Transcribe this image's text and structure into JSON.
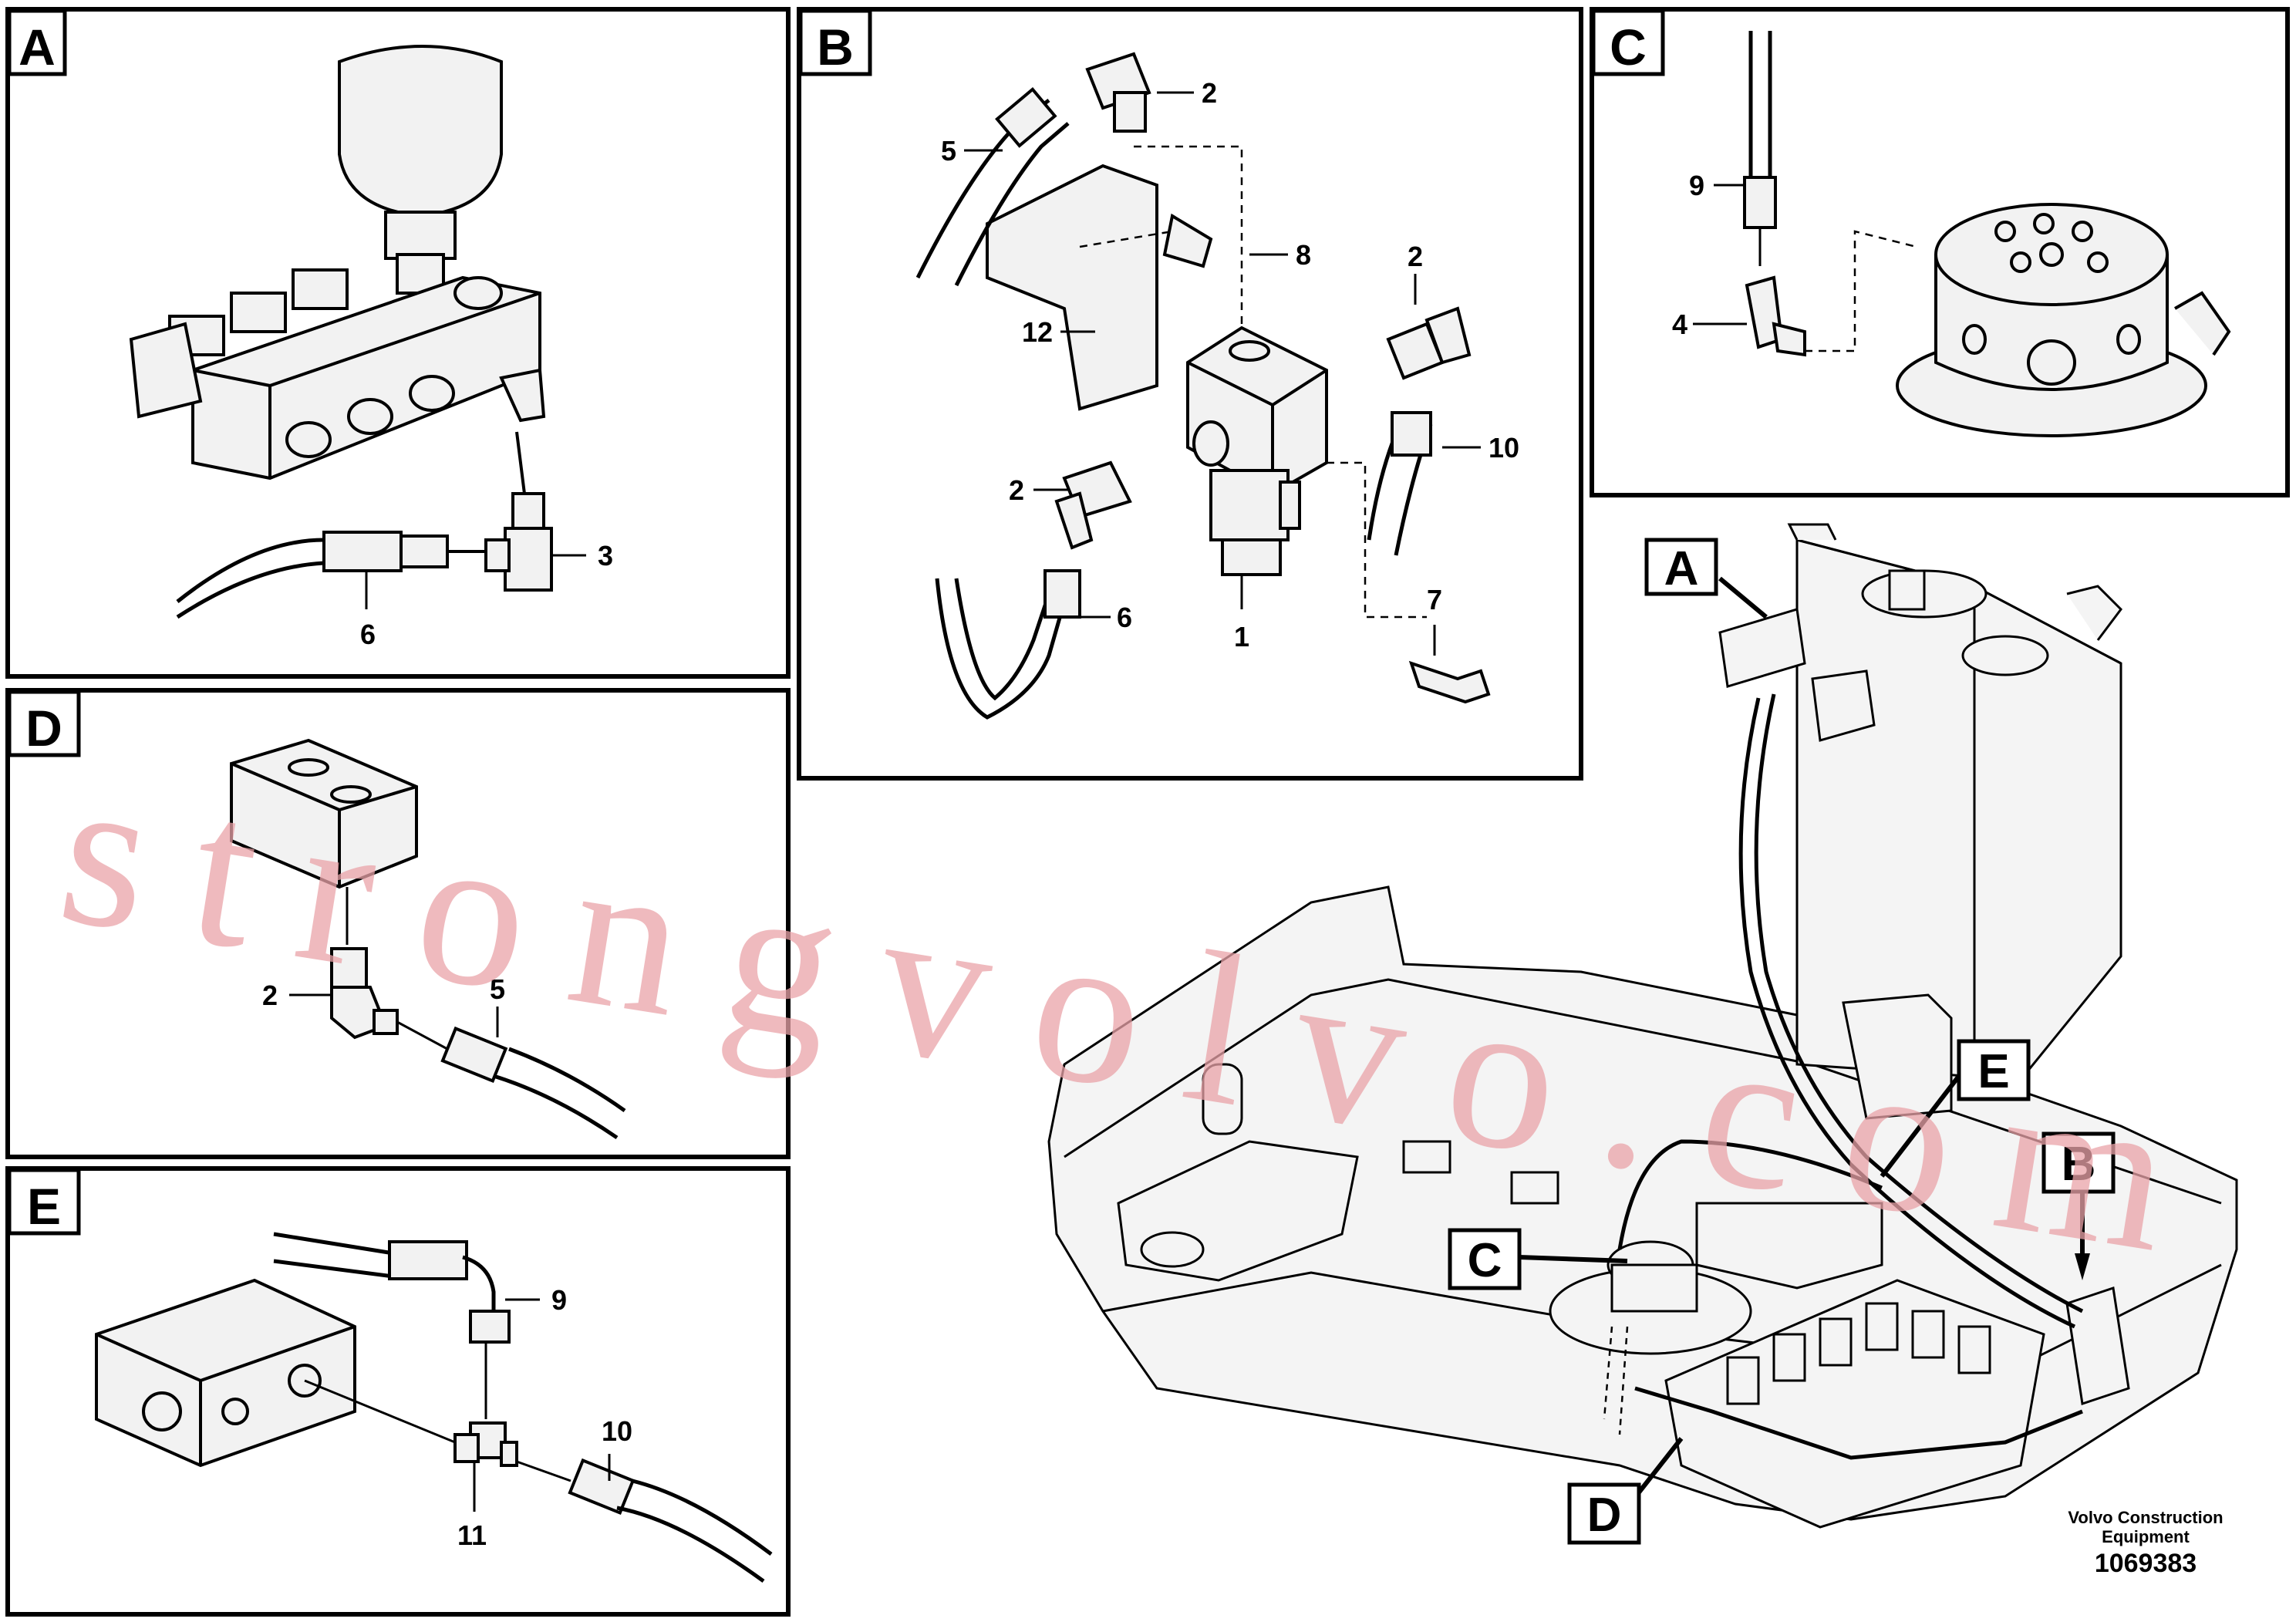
{
  "panels": {
    "A": {
      "label": "A",
      "callouts": [
        "6",
        "3"
      ]
    },
    "B": {
      "label": "B",
      "callouts": [
        "2",
        "5",
        "8",
        "12",
        "2",
        "10",
        "2",
        "1",
        "6",
        "7"
      ]
    },
    "C": {
      "label": "C",
      "callouts": [
        "9",
        "4"
      ]
    },
    "D": {
      "label": "D",
      "callouts": [
        "2",
        "5"
      ]
    },
    "E": {
      "label": "E",
      "callouts": [
        "9",
        "10",
        "11"
      ]
    }
  },
  "overview": {
    "tags": [
      "A",
      "E",
      "B",
      "C",
      "D"
    ]
  },
  "watermark": "strongvolvo.com",
  "footer": {
    "company_line1": "Volvo Construction",
    "company_line2": "Equipment",
    "doc_number": "1069383"
  },
  "colors": {
    "watermark": "#e9a3a8",
    "line": "#000000",
    "part_fill": "#f2f2f2"
  }
}
